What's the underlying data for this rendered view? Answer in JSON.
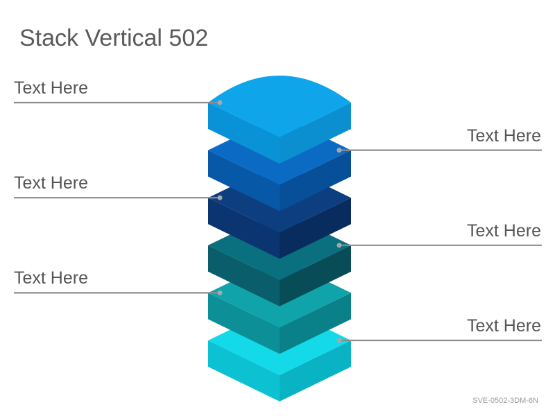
{
  "title": "Stack Vertical 502",
  "code": "SVE-0502-3DM-6N",
  "layers": [
    {
      "label": "Text Here",
      "side": "left",
      "top": "#0ea5ea",
      "left": "#0a92d6",
      "right": "#0b8fd0",
      "shape": "quarter"
    },
    {
      "label": "Text Here",
      "side": "right",
      "top": "#0b6bc4",
      "left": "#0858a8",
      "right": "#074f98",
      "shape": "diamond"
    },
    {
      "label": "Text Here",
      "side": "left",
      "top": "#0d3f80",
      "left": "#0b3570",
      "right": "#082c5e",
      "shape": "diamond"
    },
    {
      "label": "Text Here",
      "side": "right",
      "top": "#0a6f7e",
      "left": "#0a5e6b",
      "right": "#074c57",
      "shape": "diamond"
    },
    {
      "label": "Text Here",
      "side": "left",
      "top": "#11a3aa",
      "left": "#0c8f96",
      "right": "#0a8088",
      "shape": "diamond"
    },
    {
      "label": "Text Here",
      "side": "right",
      "top": "#13d9e8",
      "left": "#0cc2d2",
      "right": "#0ab3c4",
      "shape": "diamond"
    }
  ],
  "colors": {
    "leader_line": "#8c8c8c",
    "leader_dot": "#a8a8a8"
  }
}
